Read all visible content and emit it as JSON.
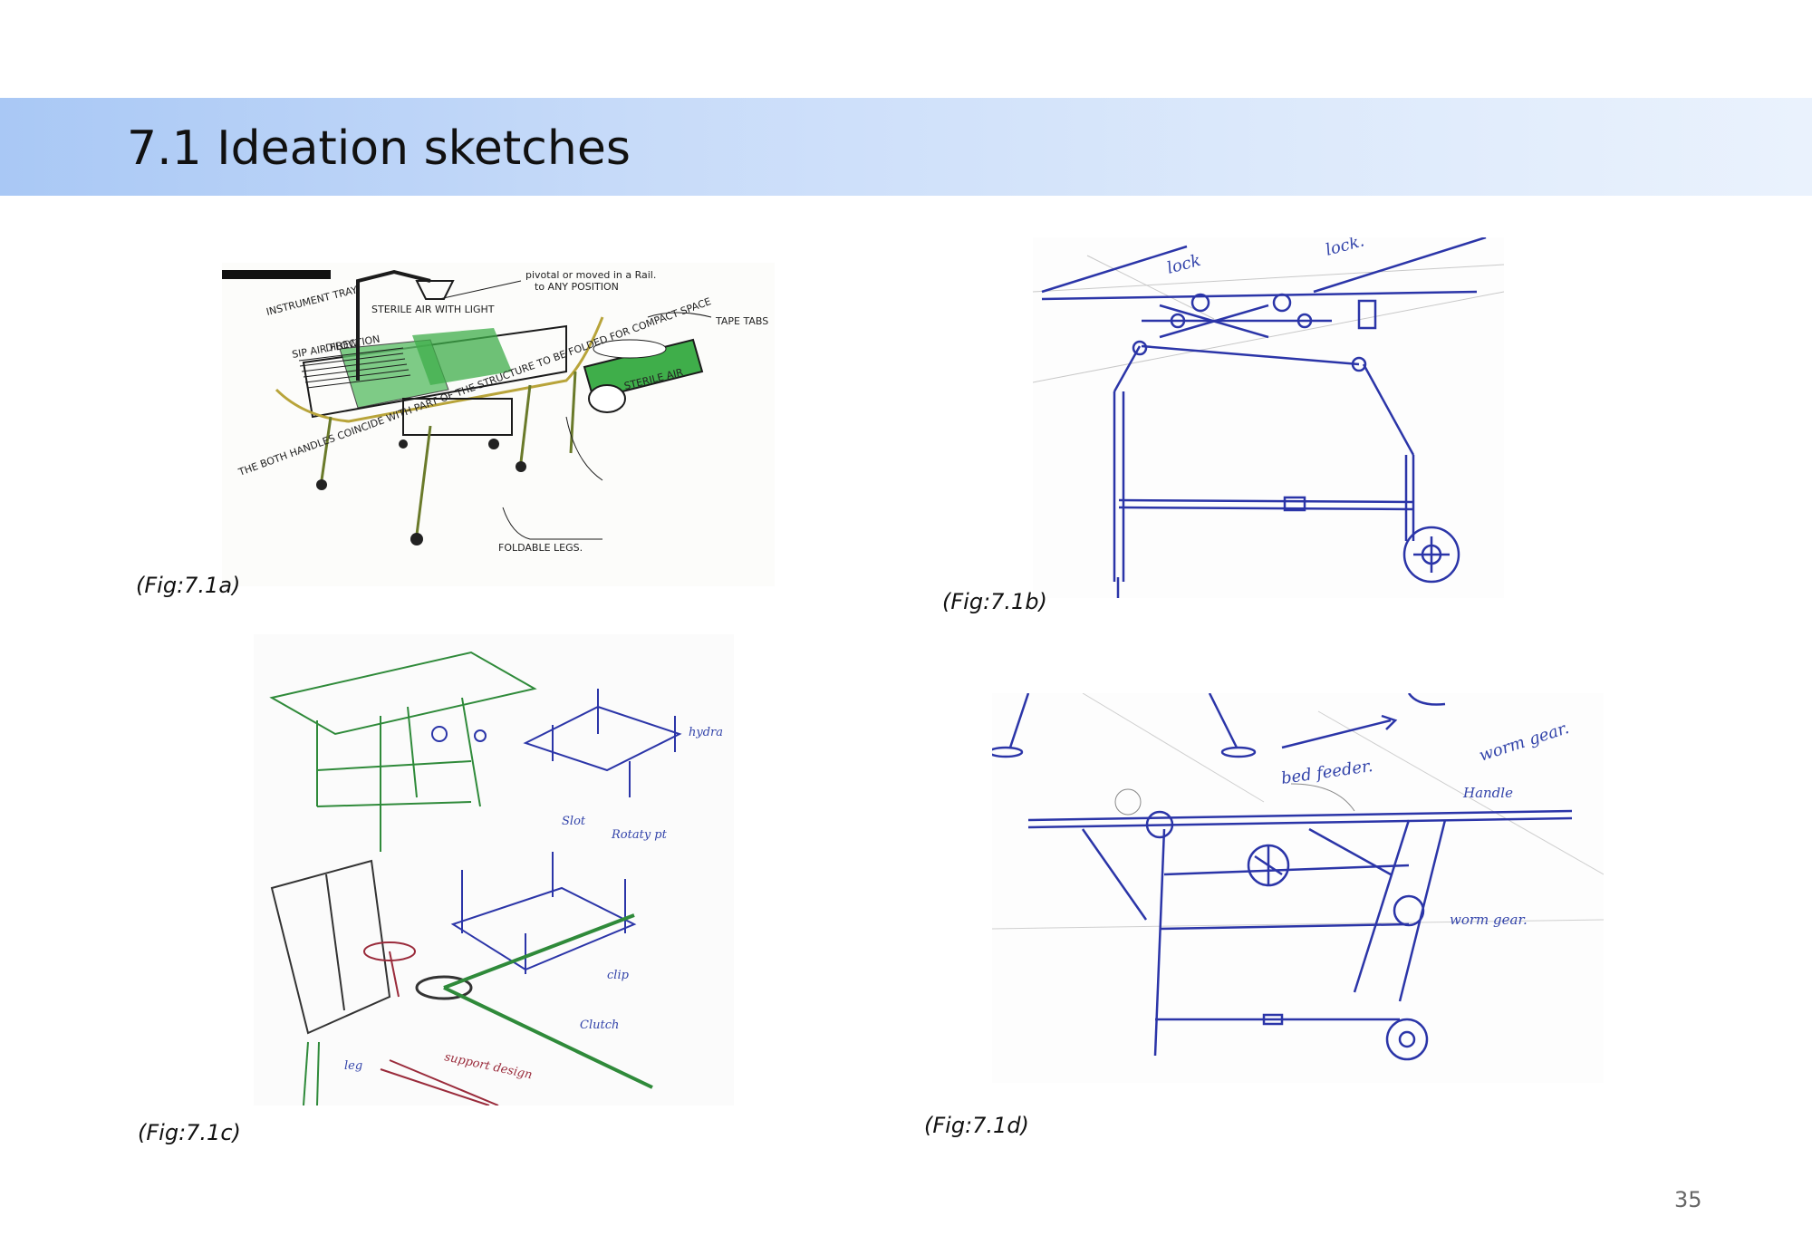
{
  "page": {
    "title": "7.1 Ideation sketches",
    "page_number": "35",
    "header_color": "#c7dbf9"
  },
  "figures": [
    {
      "caption": "(Fig:7.1a)",
      "ink": "#1b1b1b",
      "accent": "#3fae4a",
      "annotations": {
        "a1": "INSTRUMENT TRAY",
        "a2": "STERILE AIR WITH LIGHT",
        "a3": "pivotal or moved in a Rail.",
        "a4": "to ANY POSITION",
        "a5": "SIP AIR FLOW",
        "a6": "DIRECTION",
        "a7": "TAPE TABS",
        "a8": "STERILE AIR",
        "a9": "THE BOTH HANDLES COINCIDE WITH PART OF THE STRUCTURE TO BE FOLDED FOR COMPACT SPACE",
        "a10": "FOLDABLE LEGS."
      }
    },
    {
      "caption": "(Fig:7.1b)",
      "ink": "#2b35a8",
      "annotations": {
        "b1": "lock",
        "b2": "lock."
      }
    },
    {
      "caption": "(Fig:7.1c)",
      "ink": "#2f8a3a",
      "accent": "#9a2b3b",
      "annotations": {
        "c1": "hydra",
        "c2": "Slot",
        "c3": "Rotaty pt",
        "c4": "clip",
        "c5": "Clutch",
        "c6": "leg",
        "c7": "support design"
      }
    },
    {
      "caption": "(Fig:7.1d)",
      "ink": "#2b35a8",
      "annotations": {
        "d1": "worm gear.",
        "d2": "Handle",
        "d3": "bed feeder.",
        "d4": "worm gear."
      }
    }
  ]
}
